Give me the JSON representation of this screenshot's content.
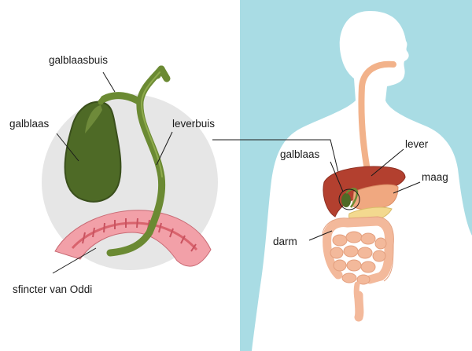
{
  "labels": {
    "left": {
      "galblaasbuis": "galblaasbuis",
      "galblaas": "galblaas",
      "leverbuis": "leverbuis",
      "sfincter": "sfincter van Oddi"
    },
    "right": {
      "galblaas": "galblaas",
      "lever": "lever",
      "maag": "maag",
      "darm": "darm"
    }
  },
  "colors": {
    "background_panel": "#a9dce4",
    "body_silhouette": "#ffffff",
    "zoom_circle": "#e6e6e6",
    "gallbladder": "#4e6a26",
    "bile_duct": "#6b8a33",
    "liver": "#b3402f",
    "stomach": "#f0a880",
    "intestine": "#f3b99b",
    "pancreas": "#f3d98f",
    "esophagus": "#f2b28a",
    "duodenum_wall": "#f2a0a8",
    "duodenum_inner": "#d9636d"
  }
}
